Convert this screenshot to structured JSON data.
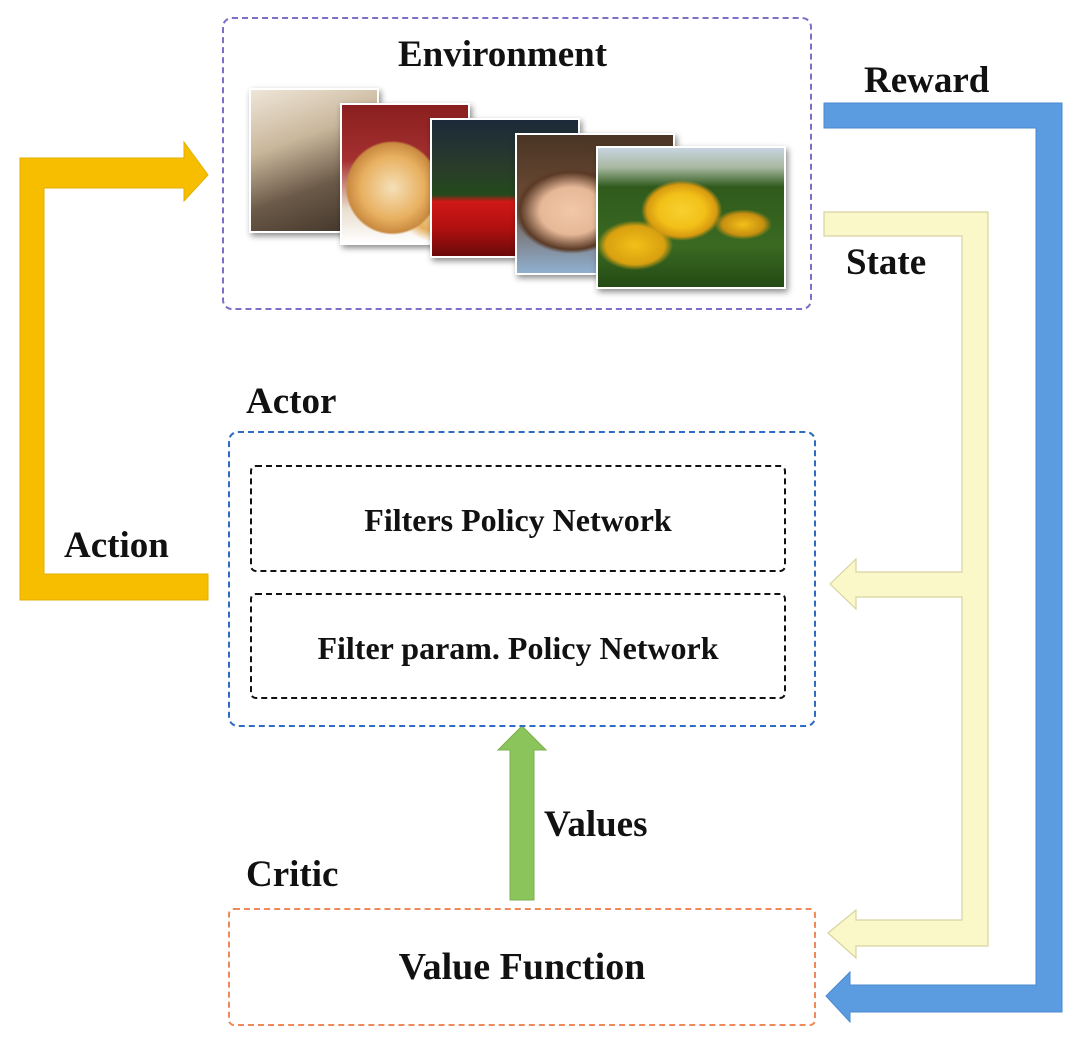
{
  "environment": {
    "title": "Environment"
  },
  "actor": {
    "title": "Actor",
    "networks": [
      "Filters Policy Network",
      "Filter param. Policy Network"
    ]
  },
  "critic": {
    "title": "Critic",
    "function_label": "Value Function"
  },
  "flows": {
    "reward": "Reward",
    "state": "State",
    "action": "Action",
    "values": "Values"
  },
  "photos": [
    {
      "subject": "roller-coaster",
      "colors": [
        "#6b5a48",
        "#b8a288",
        "#efe6d8"
      ]
    },
    {
      "subject": "pastries",
      "colors": [
        "#8a1e1e",
        "#e8b060",
        "#f5e0b8"
      ]
    },
    {
      "subject": "red-tulips",
      "colors": [
        "#1c2a3a",
        "#234a1c",
        "#d01818"
      ]
    },
    {
      "subject": "child-portrait",
      "colors": [
        "#4a3424",
        "#e6b898",
        "#8fb0d0"
      ]
    },
    {
      "subject": "yellow-lilies",
      "colors": [
        "#c8d4e0",
        "#2f5a1c",
        "#f2c018"
      ]
    }
  ],
  "colors": {
    "action_arrow": "#F7BE00",
    "reward_arrow": "#5B9BE0",
    "state_arrow": "#FAF7C8",
    "values_arrow": "#8CC45C",
    "environment_border": "#7B6FC8",
    "actor_border": "#2F6BC0",
    "critic_border": "#EE8A5A"
  }
}
